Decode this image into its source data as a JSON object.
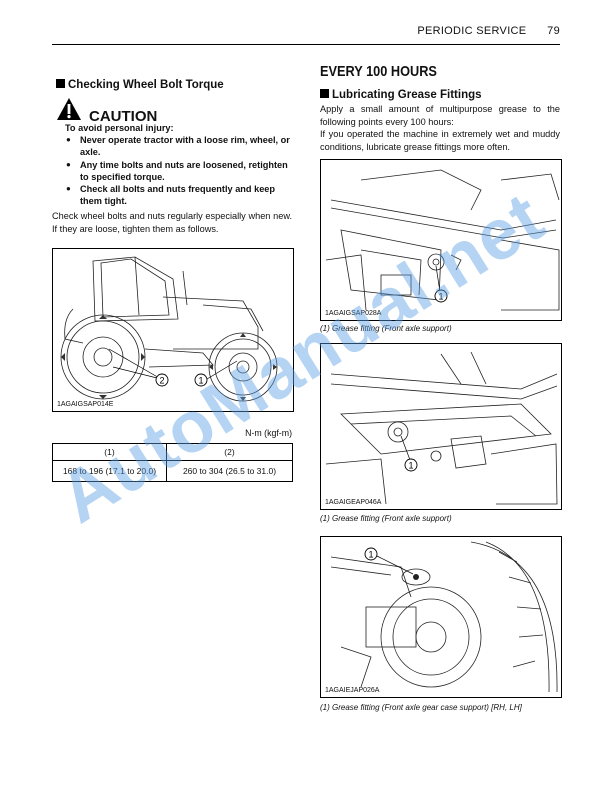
{
  "header": {
    "section": "PERIODIC SERVICE",
    "page": "79"
  },
  "left": {
    "title": "Checking Wheel Bolt Torque",
    "caution": {
      "word": "CAUTION",
      "intro": "To avoid personal injury:",
      "bullets": [
        "Never operate tractor with a loose rim, wheel, or axle.",
        "Any time bolts and nuts are loosened, retighten to specified torque.",
        "Check all bolts and nuts frequently and keep them tight."
      ]
    },
    "paragraph": "Check wheel bolts and nuts regularly especially when new. If they are loose, tighten them as follows.",
    "figure": {
      "code": "1AGAIGSAP014E",
      "callouts": [
        "1",
        "2"
      ]
    },
    "table": {
      "unit": "N-m (kgf-m)",
      "headers": [
        "(1)",
        "(2)"
      ],
      "values": [
        "168 to 196 (17.1 to 20.0)",
        "260 to 304 (26.5 to 31.0)"
      ]
    }
  },
  "right": {
    "heading": "EVERY 100 HOURS",
    "subtitle": "Lubricating Grease Fittings",
    "para1": "Apply a small amount of multipurpose grease to the following points every 100 hours:",
    "para2": "If you operated the machine in extremely wet and muddy conditions, lubricate grease fittings more often.",
    "figures": [
      {
        "code": "1AGAIGSAP028A",
        "callout": "1",
        "caption": "(1) Grease fitting (Front axle support)"
      },
      {
        "code": "1AGAIGEAP046A",
        "callout": "1",
        "caption": "(1) Grease fitting (Front axle support)"
      },
      {
        "code": "1AGAIEJAP026A",
        "callout": "1",
        "caption": "(1) Grease fitting (Front axle gear case support) [RH, LH]"
      }
    ]
  },
  "watermark": "AutoManual.net"
}
